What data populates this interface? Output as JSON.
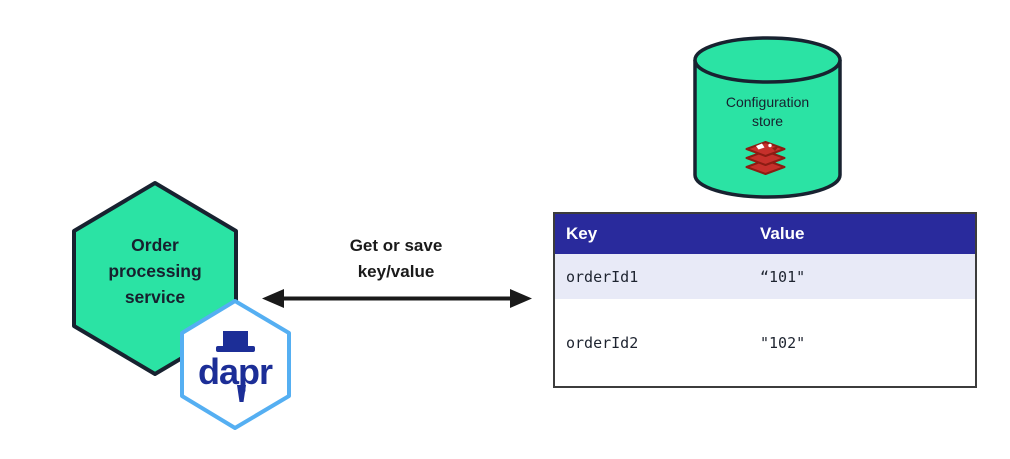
{
  "diagram": {
    "service_hexagon": {
      "label_lines": [
        "Order",
        "processing",
        "service"
      ],
      "fill": "#2be3a4",
      "border": "#182230"
    },
    "dapr_badge": {
      "wordmark": "dapr",
      "border_color": "#55aff2",
      "text_color": "#1c2e97",
      "icons": [
        "dapr-hat-icon",
        "dapr-tie-icon"
      ]
    },
    "arrow": {
      "label_lines": [
        "Get or save",
        "key/value"
      ],
      "direction": "bidirectional",
      "color": "#1a1a1a"
    },
    "config_store": {
      "label_lines": [
        "Configuration",
        "store"
      ],
      "fill": "#2be3a4",
      "border": "#182230",
      "icon": "redis-icon",
      "redis_red": "#c6302b",
      "redis_dark_red": "#8c1c13"
    },
    "table": {
      "headers": [
        "Key",
        "Value"
      ],
      "rows": [
        {
          "key": "orderId1",
          "value": "“101\""
        },
        {
          "key": "orderId2",
          "value": "\"102\""
        }
      ],
      "header_bg": "#292a9c",
      "header_text_color": "#ffffff",
      "alt_row_bg": "#e8eaf7"
    }
  }
}
